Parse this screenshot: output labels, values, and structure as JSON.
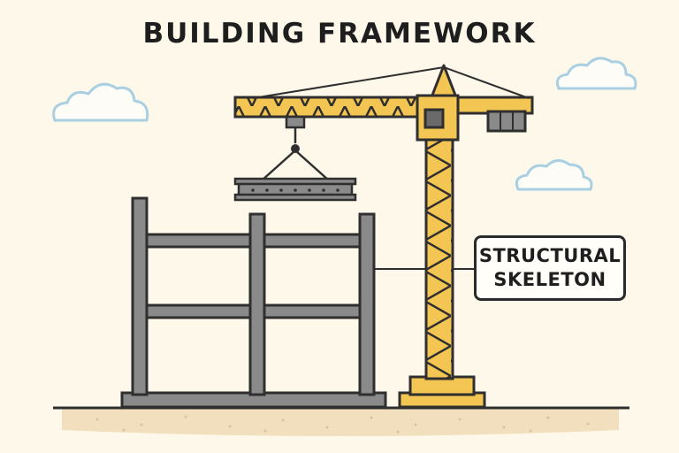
{
  "title": "BUILDING FRAMEWORK",
  "callout": {
    "line1": "STRUCTURAL",
    "line2": "SKELETON"
  },
  "colors": {
    "background": "#fdf8ea",
    "crane": "#f3c552",
    "steel": "#8a8a8a",
    "outline": "#2f2f2f",
    "cloud": "#a9cfe2",
    "ground": "#f1dfbd"
  }
}
